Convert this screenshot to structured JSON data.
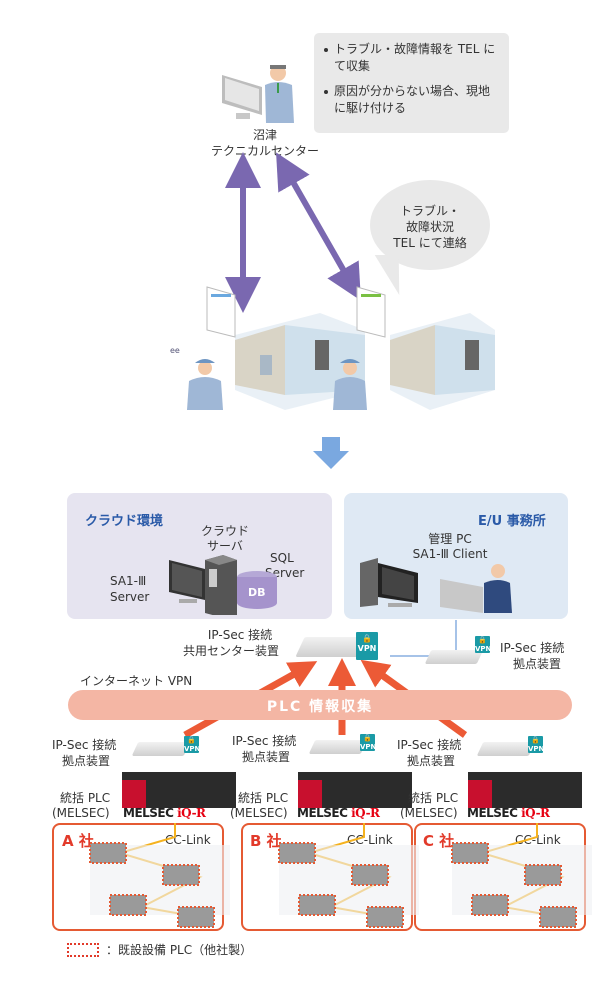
{
  "top": {
    "center_name_line1": "沼津",
    "center_name_line2": "テクニカルセンター",
    "info_bullets": [
      "トラブル・故障情報を TEL にて収集",
      "原因が分からない場合、現地に駆け付ける"
    ],
    "speech_line1": "トラブル・",
    "speech_line2": "故障状況",
    "speech_line3": "TEL にて連絡"
  },
  "cloud": {
    "title": "クラウド環境",
    "server_label_line1": "クラウド",
    "server_label_line2": "サーバ",
    "sql_line1": "SQL",
    "sql_line2": "Server",
    "sa1_line1": "SA1-Ⅲ",
    "sa1_line2": "Server",
    "db_label": "DB"
  },
  "eu_office": {
    "title": "E/U 事務所",
    "pc_line1": "管理 PC",
    "pc_line2": "SA1-Ⅲ Client"
  },
  "network": {
    "center_device_line1": "IP-Sec 接続",
    "center_device_line2": "共用センター装置",
    "branch_device_line1": "IP-Sec 接続",
    "branch_device_line2": "拠点装置",
    "internet_vpn": "インターネット VPN",
    "band_label": "PLC 情報収集",
    "vpn_badge": "VPN"
  },
  "sites": [
    {
      "company": "A 社",
      "device_line1": "IP-Sec 接続",
      "device_line2": "拠点装置",
      "plc_line1": "統括 PLC",
      "plc_line2": "(MELSEC)",
      "brand": "MELSEC",
      "brand_series": "iQ-R",
      "network": "CC-Link"
    },
    {
      "company": "B 社",
      "device_line1": "IP-Sec 接続",
      "device_line2": "拠点装置",
      "plc_line1": "統括 PLC",
      "plc_line2": "(MELSEC)",
      "brand": "MELSEC",
      "brand_series": "iQ-R",
      "network": "CC-Link"
    },
    {
      "company": "C 社",
      "device_line1": "IP-Sec 接続",
      "device_line2": "拠点装置",
      "plc_line1": "統括 PLC",
      "plc_line2": "(MELSEC)",
      "brand": "MELSEC",
      "brand_series": "iQ-R",
      "network": "CC-Link"
    }
  ],
  "legend": {
    "text": "：既設設備 PLC（他社製）"
  },
  "colors": {
    "purple_arrow": "#7a68b0",
    "blue_arrow": "#7aa8e0",
    "orange_arrow": "#ec5a36",
    "band": "#f4b6a4",
    "company_border": "#e55a33",
    "vpn_badge": "#1a9aa6",
    "cclink_line": "#f5b21e"
  }
}
